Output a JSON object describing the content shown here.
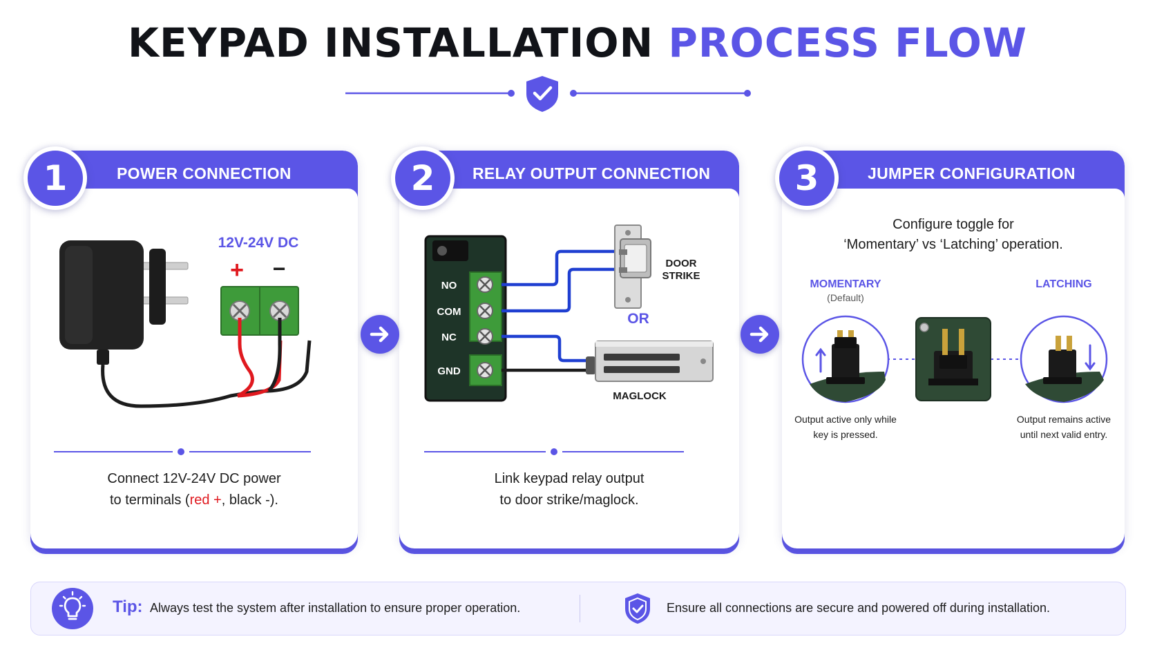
{
  "title": {
    "part1": "KEYPAD INSTALLATION",
    "part2": "PROCESS FLOW"
  },
  "colors": {
    "accent": "#5b55e6",
    "terminal_green": "#3e9b3a",
    "wire_red": "#e0191f",
    "wire_blue": "#1f3fd1",
    "dark": "#1a1a1a"
  },
  "steps": [
    {
      "number": "1",
      "title": "POWER CONNECTION",
      "voltage_label": "12V-24V DC",
      "plus": "+",
      "minus": "−",
      "desc_line1": "Connect 12V-24V DC power",
      "desc_line2_a": "to terminals (",
      "desc_line2_red": "red +",
      "desc_line2_b": ", black -)."
    },
    {
      "number": "2",
      "title": "RELAY OUTPUT CONNECTION",
      "terminals": [
        "NO",
        "COM",
        "NC",
        "GND"
      ],
      "door_strike_1": "DOOR",
      "door_strike_2": "STRIKE",
      "or": "OR",
      "maglock": "MAGLOCK",
      "desc_line1": "Link keypad relay output",
      "desc_line2": "to door strike/maglock."
    },
    {
      "number": "3",
      "title": "JUMPER CONFIGURATION",
      "intro_line1": "Configure toggle for",
      "intro_line2": "‘Momentary’ vs ‘Latching’ operation.",
      "momentary_label": "MOMENTARY",
      "default_label": "(Default)",
      "latching_label": "LATCHING",
      "momentary_desc1": "Output active only while",
      "momentary_desc2": "key is pressed.",
      "latching_desc1": "Output remains active",
      "latching_desc2": "until next valid entry."
    }
  ],
  "footer": {
    "tip_label": "Tip:",
    "tip_text": "Always test the system after installation to ensure proper operation.",
    "note_text": "Ensure all connections are secure and powered off during installation."
  }
}
